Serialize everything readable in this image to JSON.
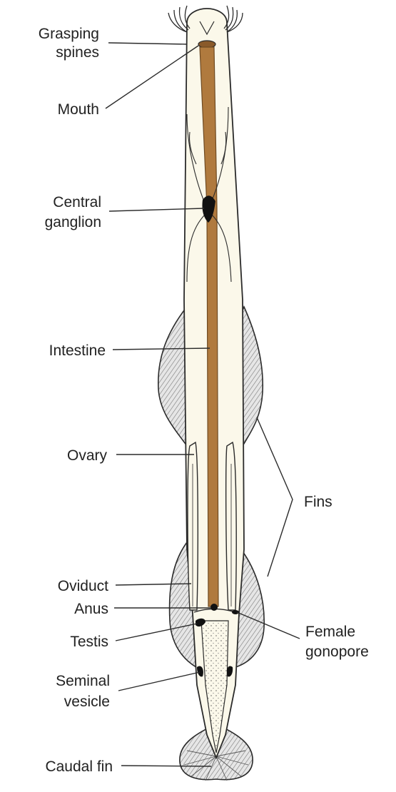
{
  "labels": {
    "grasping_spines": [
      "Grasping",
      "spines"
    ],
    "mouth": "Mouth",
    "central_ganglion": [
      "Central",
      "ganglion"
    ],
    "intestine": "Intestine",
    "ovary": "Ovary",
    "fins": "Fins",
    "oviduct": "Oviduct",
    "anus": "Anus",
    "testis": "Testis",
    "female_gonopore": [
      "Female",
      "gonopore"
    ],
    "seminal_vesicle": [
      "Seminal",
      "vesicle"
    ],
    "caudal_fin": "Caudal fin"
  },
  "colors": {
    "body": "#fbf8ea",
    "outline": "#2b2b2b",
    "intestine": "#b07a3e",
    "intestine_outline": "#6e4a22",
    "fin_hatch": "#8a8a8a",
    "fin_fill": "#dcdcdc",
    "ganglion": "#111111",
    "text": "#222222"
  }
}
